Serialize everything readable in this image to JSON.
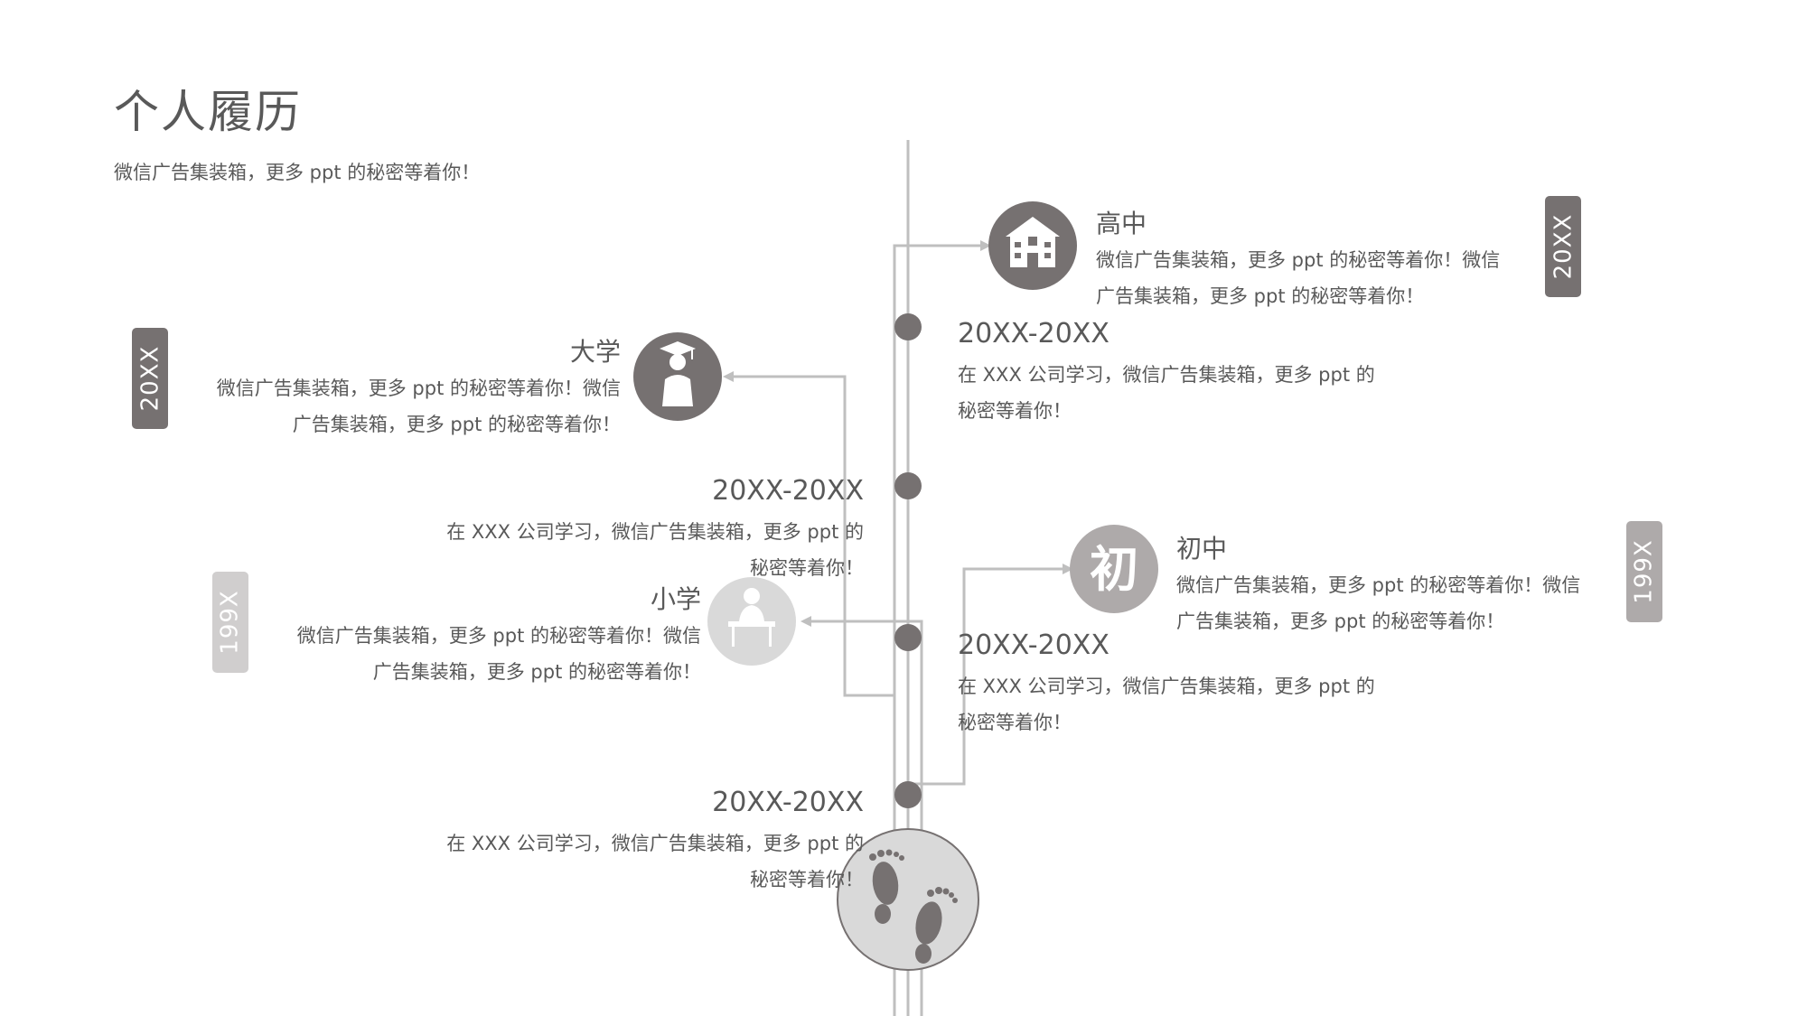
{
  "header": {
    "title": "个人履历",
    "subtitle": "微信广告集装箱，更多 ppt 的秘密等着你！"
  },
  "colors": {
    "line": "#bfbfbf",
    "node": "#767171",
    "dark_badge": "#767171",
    "mid_badge": "#aeaaaa",
    "light_badge": "#d9d9d9",
    "text": "#595959"
  },
  "periods": [
    {
      "label": "20XX-20XX",
      "desc_line1": "在 XXX 公司学习，微信广告集装箱，更多 ppt 的",
      "desc_line2": "秘密等着你！"
    },
    {
      "label": "20XX-20XX",
      "desc_line1": "在 XXX 公司学习，微信广告集装箱，更多 ppt 的",
      "desc_line2": "秘密等着你！"
    },
    {
      "label": "20XX-20XX",
      "desc_line1": "在 XXX 公司学习，微信广告集装箱，更多 ppt 的",
      "desc_line2": "秘密等着你！"
    },
    {
      "label": "20XX-20XX",
      "desc_line1": "在 XXX 公司学习，微信广告集装箱，更多 ppt 的",
      "desc_line2": "秘密等着你！"
    }
  ],
  "stages": [
    {
      "title": "高中",
      "desc_line1": "微信广告集装箱，更多 ppt 的秘密等着你！微信",
      "desc_line2": "广告集装箱，更多 ppt 的秘密等着你！",
      "year_tag": "20XX",
      "icon": "school-building-icon"
    },
    {
      "title": "大学",
      "desc_line1": "微信广告集装箱，更多 ppt 的秘密等着你！微信",
      "desc_line2": "广告集装箱，更多 ppt 的秘密等着你！",
      "year_tag": "20XX",
      "icon": "graduate-icon"
    },
    {
      "title": "初中",
      "desc_line1": "微信广告集装箱，更多 ppt 的秘密等着你！微信",
      "desc_line2": "广告集装箱，更多 ppt 的秘密等着你！",
      "year_tag": "199X",
      "icon": "chu-character-icon",
      "icon_text": "初"
    },
    {
      "title": "小学",
      "desc_line1": "微信广告集装箱，更多 ppt 的秘密等着你！微信",
      "desc_line2": "广告集装箱，更多 ppt 的秘密等着你！",
      "year_tag": "199X",
      "icon": "student-at-desk-icon"
    }
  ],
  "footer_icon": "footprints-icon"
}
